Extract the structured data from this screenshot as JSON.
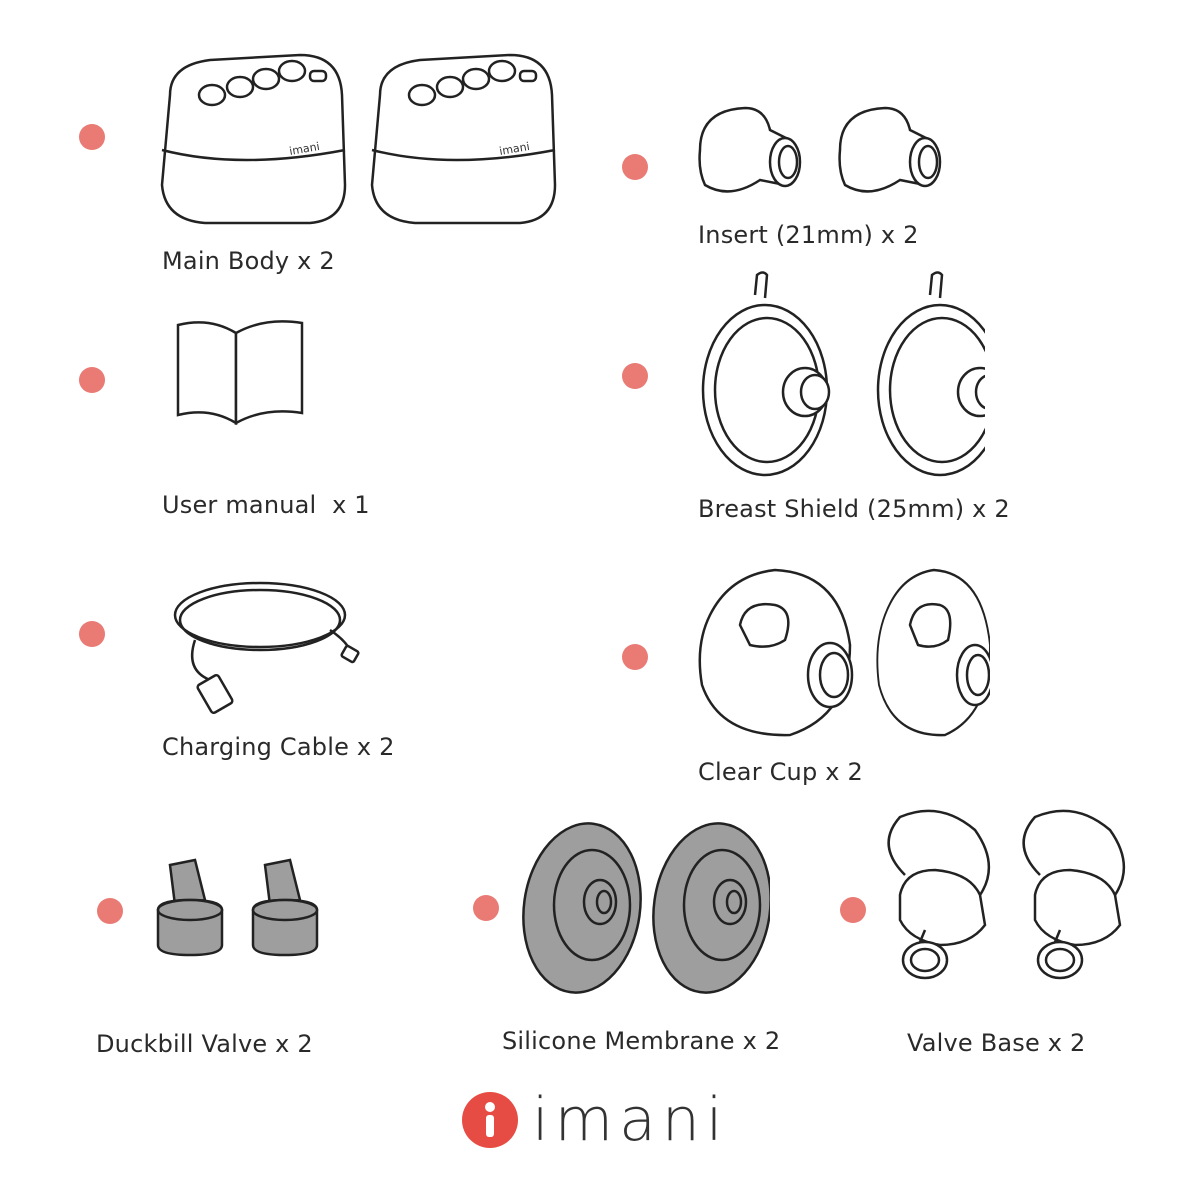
{
  "items": [
    {
      "label": "Main Body x 2",
      "device_brand": "imani"
    },
    {
      "label": "Insert (21mm) x 2"
    },
    {
      "label": "User manual  x 1"
    },
    {
      "label": "Breast Shield (25mm) x 2"
    },
    {
      "label": "Charging Cable x 2"
    },
    {
      "label": "Clear Cup x 2"
    },
    {
      "label": "Duckbill Valve x 2"
    },
    {
      "label": "Silicone Membrane x 2"
    },
    {
      "label": "Valve Base x 2"
    }
  ],
  "logo": {
    "text": "imani",
    "icon": "imani-logo-icon",
    "accent_color": "#e74c44"
  },
  "colors": {
    "bullet": "#e97a74",
    "line_art": "#222222",
    "grey_part": "#9e9e9e"
  }
}
